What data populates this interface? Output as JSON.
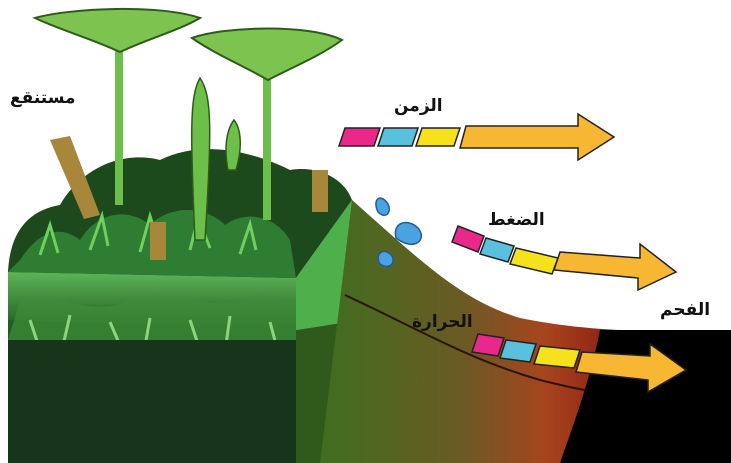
{
  "labels": {
    "swamp": "مستنقع",
    "time": "الزمن",
    "pressure": "الضغط",
    "heat": "الحرارة",
    "coal": "الفحم"
  },
  "sequence_colors": [
    "#e8288a",
    "#5bc0de",
    "#f5e11c",
    "#f7b733"
  ],
  "colors": {
    "vegetation": "#2e7d32",
    "soil_green": "#5fb85a",
    "heat_gradient": [
      "#6b8a2e",
      "#8a5a2a",
      "#b03a1a",
      "#7a1010",
      "#000000"
    ],
    "water": "#4aa3e0"
  }
}
